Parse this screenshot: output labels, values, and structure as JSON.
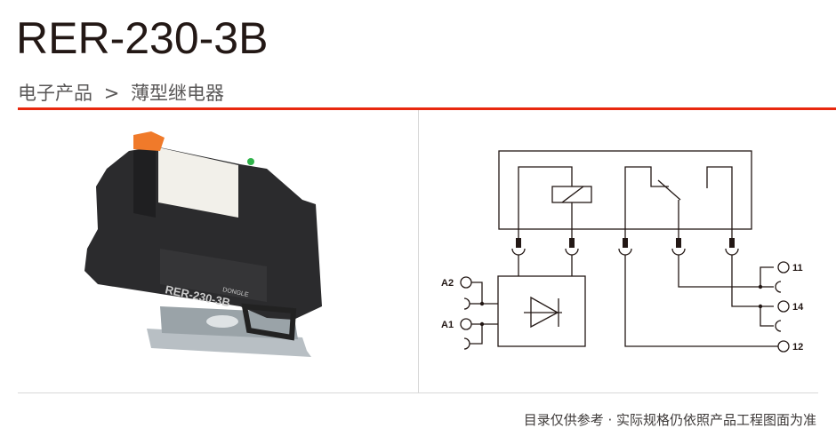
{
  "header": {
    "title": "RER-230-3B"
  },
  "breadcrumb": {
    "category": "电子产品",
    "separator": ">",
    "subcategory": "薄型继电器"
  },
  "product_image": {
    "model_print": "RER-230-3B",
    "brand_print": "DONGLE"
  },
  "diagram": {
    "labels": {
      "a2": "A2",
      "a1": "A1",
      "t11": "11",
      "t14": "14",
      "t12": "12"
    }
  },
  "footer": {
    "note": "目录仅供参考 · 实际规格仍依照产品工程图面为准"
  },
  "colors": {
    "accent": "#e8280e",
    "text": "#231815"
  }
}
